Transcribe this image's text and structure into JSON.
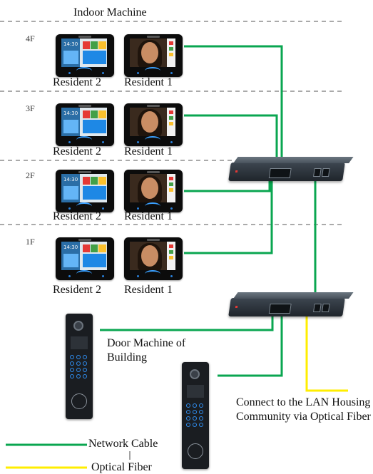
{
  "title": "Indoor Machine",
  "floors": [
    {
      "label": "4F"
    },
    {
      "label": "3F"
    },
    {
      "label": "2F"
    },
    {
      "label": "1F"
    }
  ],
  "resident_labels": {
    "resident2": "Resident 2",
    "resident1": "Resident 1"
  },
  "door_building_label": "Door Machine of Building",
  "lan_label": "Connect to the LAN Housing Community via Optical Fiber",
  "legend": {
    "network": "Network Cable",
    "optical": "Optical Fiber"
  },
  "colors": {
    "network_cable": "#0aa650",
    "optical_fiber": "#ffee00",
    "dashed_divider": "#555555"
  },
  "monitor_clock": "14:30"
}
